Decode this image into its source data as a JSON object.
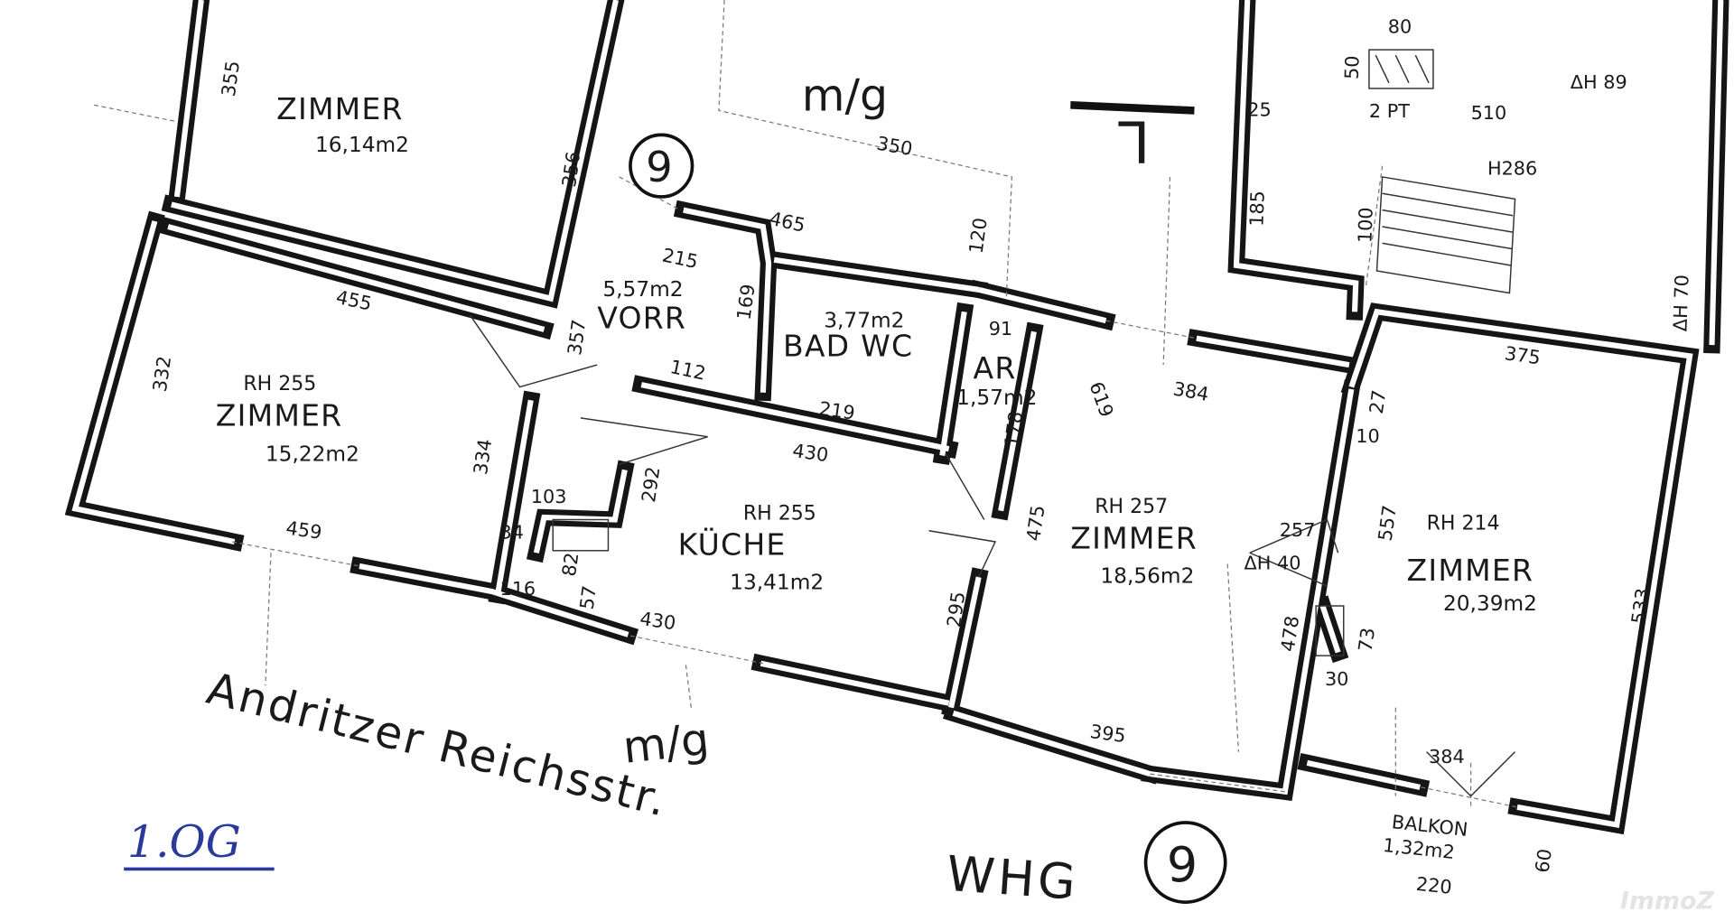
{
  "rooms": {
    "zimmer_top": {
      "name": "ZIMMER",
      "area": "16,14m2"
    },
    "zimmer_left": {
      "rh": "RH  255",
      "name": "ZIMMER",
      "area": "15,22m2"
    },
    "vorr": {
      "name": "VORR",
      "area": "5,57m2"
    },
    "bad_wc": {
      "name": "BAD WC",
      "area": "3,77m2"
    },
    "ar": {
      "name": "AR",
      "area": "1,57m2"
    },
    "kueche": {
      "rh": "RH 255",
      "name": "KÜCHE",
      "area": "13,41m2"
    },
    "zimmer_mid": {
      "rh": "RH  257",
      "name": "ZIMMER",
      "area": "18,56m2"
    },
    "zimmer_right": {
      "rh": "RH  214",
      "name": "ZIMMER",
      "area": "20,39m2"
    },
    "balkon": {
      "name": "BALKON",
      "area": "1,32m2"
    }
  },
  "dimensions": [
    "355",
    "356",
    "455",
    "332",
    "459",
    "334",
    "357",
    "215",
    "465",
    "350",
    "120",
    "169",
    "112",
    "219",
    "430",
    "91",
    "178",
    "619",
    "384",
    "375",
    "27",
    "10",
    "103",
    "34",
    "82",
    "116",
    "57",
    "292",
    "430",
    "475",
    "295",
    "395",
    "478",
    "557",
    "73",
    "30",
    "533",
    "384",
    "220",
    "60",
    "25",
    "185",
    "100",
    "80",
    "50",
    "510"
  ],
  "annotations": {
    "stair_label": "2 PT",
    "delta_h_top": "ΔH 89",
    "h286": "H286",
    "delta_h_right": "ΔH 70",
    "delta_h_mid": "ΔH 40",
    "mg_top": "m/g",
    "mg_bottom": "m/g",
    "unit_circle": "9",
    "unit_label": "WHG",
    "unit_number": "9",
    "corner_mark": "L",
    "dim_257": "257"
  },
  "street": "Andritzer Reichsstr.",
  "floor_label": "1.OG",
  "watermark": "ImmoZ"
}
